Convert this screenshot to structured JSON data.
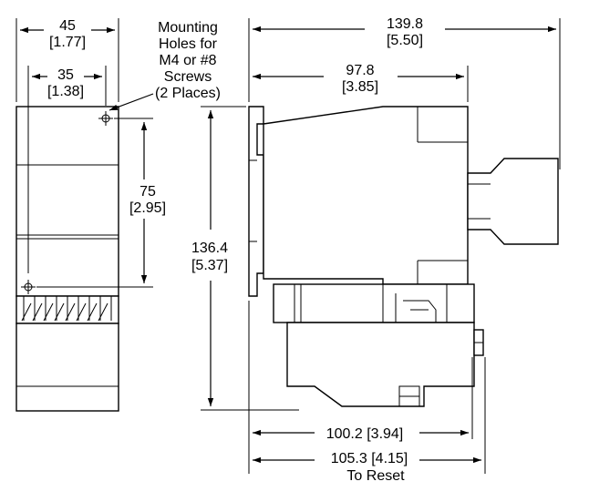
{
  "dimensions": {
    "width_total": {
      "mm": "45",
      "in": "[1.77]"
    },
    "width_mount": {
      "mm": "35",
      "in": "[1.38]"
    },
    "mount_vertical": {
      "mm": "75",
      "in": "[2.95]"
    },
    "height_total": {
      "mm": "136.4",
      "in": "[5.37]"
    },
    "depth_total": {
      "mm": "139.8",
      "in": "[5.50]"
    },
    "depth_body": {
      "mm": "97.8",
      "in": "[3.85]"
    },
    "depth_overload": {
      "label": "100.2 [3.94]"
    },
    "depth_reset": {
      "label": "105.3 [4.15]",
      "note": "To Reset"
    }
  },
  "mounting_note": [
    "Mounting",
    "Holes for",
    "M4 or #8",
    "Screws",
    "(2 Places)"
  ]
}
